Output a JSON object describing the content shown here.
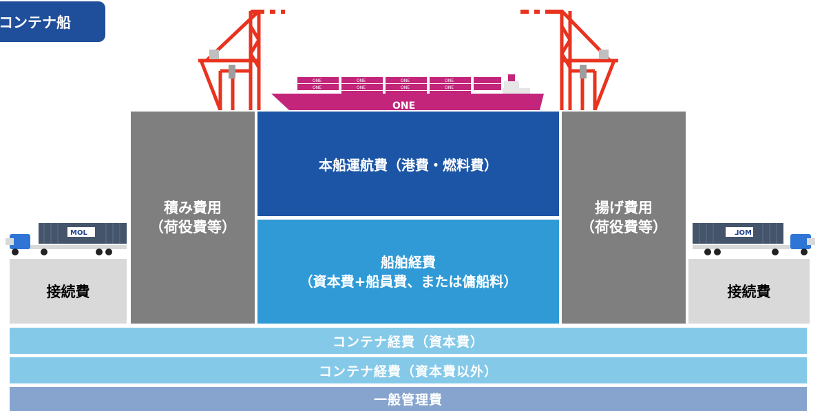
{
  "header": {
    "tag_label": "コンテナ船"
  },
  "ship": {
    "hull_text": "ONE",
    "container_text": "ONE",
    "color": "#c2257a"
  },
  "trucks": {
    "left_box_text": "MOL",
    "right_box_text": "MOL"
  },
  "blocks": {
    "loading": {
      "line1": "積み費用",
      "line2": "（荷役費等）"
    },
    "unloading": {
      "line1": "揚げ費用",
      "line2": "（荷役費等）"
    },
    "operation": {
      "label": "本船運航費（港費・燃料費）"
    },
    "vessel": {
      "line1": "船舶経費",
      "line2": "（資本費+船員費、または傭船料）"
    },
    "connection_left": {
      "label": "接続費"
    },
    "connection_right": {
      "label": "接続費"
    }
  },
  "bands": [
    {
      "label": "コンテナ経費（資本費）"
    },
    {
      "label": "コンテナ経費（資本費以外）"
    },
    {
      "label": "一般管理費"
    }
  ],
  "colors": {
    "tag": "#1f4e9a",
    "dark_gray": "#7f7f7f",
    "light_gray": "#d9d9d9",
    "navy": "#1c55a5",
    "sky": "#2f9ad6",
    "band_light": "#85c9e9",
    "band_slate": "#87a4ce",
    "crane": "#e8331f"
  }
}
